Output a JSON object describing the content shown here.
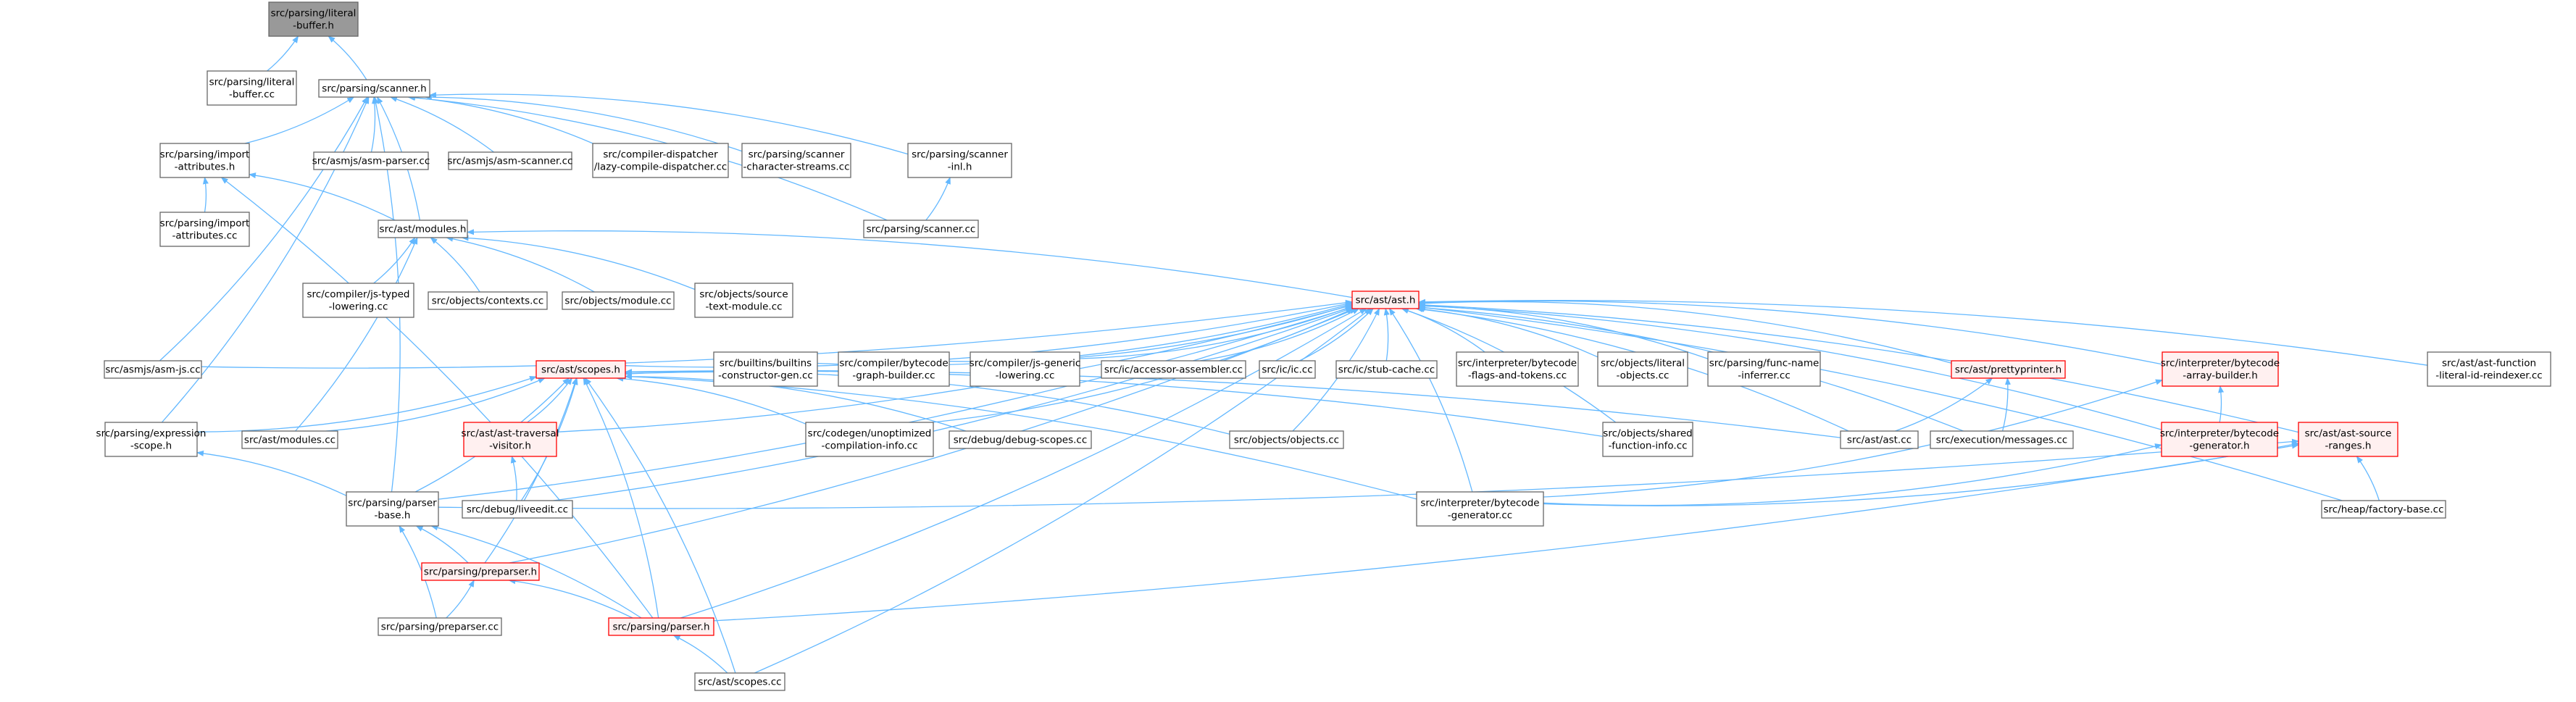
{
  "colors": {
    "edge": "#63b8ff",
    "node_border": "#666666",
    "node_border_red": "#ff0000",
    "node_fill": "#ffffff",
    "node_fill_red": "#fff0f0",
    "root_fill": "#999999",
    "text": "#000000"
  },
  "nodes": {
    "literal_buffer_h": {
      "lines": [
        "src/parsing/literal",
        "-buffer.h"
      ],
      "style": "root"
    },
    "literal_buffer_cc": {
      "lines": [
        "src/parsing/literal",
        "-buffer.cc"
      ],
      "style": "normal"
    },
    "scanner_h": {
      "lines": [
        "src/parsing/scanner.h"
      ],
      "style": "normal"
    },
    "import_attributes_h": {
      "lines": [
        "src/parsing/import",
        "-attributes.h"
      ],
      "style": "normal"
    },
    "asm_parser_cc": {
      "lines": [
        "src/asmjs/asm-parser.cc"
      ],
      "style": "normal"
    },
    "asm_scanner_cc": {
      "lines": [
        "src/asmjs/asm-scanner.cc"
      ],
      "style": "normal"
    },
    "lazy_compile_dispatcher_cc": {
      "lines": [
        "src/compiler-dispatcher",
        "/lazy-compile-dispatcher.cc"
      ],
      "style": "normal"
    },
    "scanner_character_streams_cc": {
      "lines": [
        "src/parsing/scanner",
        "-character-streams.cc"
      ],
      "style": "normal"
    },
    "scanner_inl_h": {
      "lines": [
        "src/parsing/scanner",
        "-inl.h"
      ],
      "style": "normal"
    },
    "import_attributes_cc": {
      "lines": [
        "src/parsing/import",
        "-attributes.cc"
      ],
      "style": "normal"
    },
    "modules_h": {
      "lines": [
        "src/ast/modules.h"
      ],
      "style": "normal"
    },
    "scanner_cc": {
      "lines": [
        "src/parsing/scanner.cc"
      ],
      "style": "normal"
    },
    "js_typed_lowering_cc": {
      "lines": [
        "src/compiler/js-typed",
        "-lowering.cc"
      ],
      "style": "normal"
    },
    "contexts_cc": {
      "lines": [
        "src/objects/contexts.cc"
      ],
      "style": "normal"
    },
    "module_cc": {
      "lines": [
        "src/objects/module.cc"
      ],
      "style": "normal"
    },
    "source_text_module_cc": {
      "lines": [
        "src/objects/source",
        "-text-module.cc"
      ],
      "style": "normal"
    },
    "ast_h": {
      "lines": [
        "src/ast/ast.h"
      ],
      "style": "red"
    },
    "asm_js_cc": {
      "lines": [
        "src/asmjs/asm-js.cc"
      ],
      "style": "normal"
    },
    "scopes_h": {
      "lines": [
        "src/ast/scopes.h"
      ],
      "style": "red"
    },
    "constructor_gen_cc": {
      "lines": [
        "src/builtins/builtins",
        "-constructor-gen.cc"
      ],
      "style": "normal"
    },
    "bytecode_graph_builder_cc": {
      "lines": [
        "src/compiler/bytecode",
        "-graph-builder.cc"
      ],
      "style": "normal"
    },
    "js_generic_lowering_cc": {
      "lines": [
        "src/compiler/js-generic",
        "-lowering.cc"
      ],
      "style": "normal"
    },
    "accessor_assembler_cc": {
      "lines": [
        "src/ic/accessor-assembler.cc"
      ],
      "style": "normal"
    },
    "ic_cc": {
      "lines": [
        "src/ic/ic.cc"
      ],
      "style": "normal"
    },
    "stub_cache_cc": {
      "lines": [
        "src/ic/stub-cache.cc"
      ],
      "style": "normal"
    },
    "bytecode_flags_cc": {
      "lines": [
        "src/interpreter/bytecode",
        "-flags-and-tokens.cc"
      ],
      "style": "normal"
    },
    "literal_objects_cc": {
      "lines": [
        "src/objects/literal",
        "-objects.cc"
      ],
      "style": "normal"
    },
    "func_name_inferrer_cc": {
      "lines": [
        "src/parsing/func-name",
        "-inferrer.cc"
      ],
      "style": "normal"
    },
    "prettyprinter_h": {
      "lines": [
        "src/ast/prettyprinter.h"
      ],
      "style": "red"
    },
    "bytecode_array_builder_h": {
      "lines": [
        "src/interpreter/bytecode",
        "-array-builder.h"
      ],
      "style": "red"
    },
    "literal_id_reindexer_cc": {
      "lines": [
        "src/ast/ast-function",
        "-literal-id-reindexer.cc"
      ],
      "style": "normal"
    },
    "expression_scope_h": {
      "lines": [
        "src/parsing/expression",
        "-scope.h"
      ],
      "style": "normal"
    },
    "modules_cc": {
      "lines": [
        "src/ast/modules.cc"
      ],
      "style": "normal"
    },
    "ast_traversal_visitor_h": {
      "lines": [
        "src/ast/ast-traversal",
        "-visitor.h"
      ],
      "style": "red"
    },
    "unoptimized_compilation_info_cc": {
      "lines": [
        "src/codegen/unoptimized",
        "-compilation-info.cc"
      ],
      "style": "normal"
    },
    "debug_scopes_cc": {
      "lines": [
        "src/debug/debug-scopes.cc"
      ],
      "style": "normal"
    },
    "objects_cc": {
      "lines": [
        "src/objects/objects.cc"
      ],
      "style": "normal"
    },
    "shared_function_info_cc": {
      "lines": [
        "src/objects/shared",
        "-function-info.cc"
      ],
      "style": "normal"
    },
    "ast_cc": {
      "lines": [
        "src/ast/ast.cc"
      ],
      "style": "normal"
    },
    "messages_cc": {
      "lines": [
        "src/execution/messages.cc"
      ],
      "style": "normal"
    },
    "bytecode_generator_h": {
      "lines": [
        "src/interpreter/bytecode",
        "-generator.h"
      ],
      "style": "red"
    },
    "ast_source_ranges_h": {
      "lines": [
        "src/ast/ast-source",
        "-ranges.h"
      ],
      "style": "red"
    },
    "parser_base_h": {
      "lines": [
        "src/parsing/parser",
        "-base.h"
      ],
      "style": "normal"
    },
    "liveedit_cc": {
      "lines": [
        "src/debug/liveedit.cc"
      ],
      "style": "normal"
    },
    "bytecode_generator_cc": {
      "lines": [
        "src/interpreter/bytecode",
        "-generator.cc"
      ],
      "style": "normal"
    },
    "factory_base_cc": {
      "lines": [
        "src/heap/factory-base.cc"
      ],
      "style": "normal"
    },
    "preparser_h": {
      "lines": [
        "src/parsing/preparser.h"
      ],
      "style": "red"
    },
    "preparser_cc": {
      "lines": [
        "src/parsing/preparser.cc"
      ],
      "style": "normal"
    },
    "parser_h": {
      "lines": [
        "src/parsing/parser.h"
      ],
      "style": "red"
    },
    "scopes_cc": {
      "lines": [
        "src/ast/scopes.cc"
      ],
      "style": "normal"
    }
  },
  "edges": [
    [
      "literal_buffer_cc",
      "literal_buffer_h"
    ],
    [
      "scanner_h",
      "literal_buffer_h"
    ],
    [
      "import_attributes_h",
      "scanner_h"
    ],
    [
      "asm_parser_cc",
      "scanner_h"
    ],
    [
      "asm_scanner_cc",
      "scanner_h"
    ],
    [
      "lazy_compile_dispatcher_cc",
      "scanner_h"
    ],
    [
      "scanner_character_streams_cc",
      "scanner_h"
    ],
    [
      "scanner_inl_h",
      "scanner_h"
    ],
    [
      "scanner_cc",
      "scanner_h"
    ],
    [
      "modules_h",
      "scanner_h"
    ],
    [
      "asm_js_cc",
      "scanner_h"
    ],
    [
      "expression_scope_h",
      "scanner_h"
    ],
    [
      "parser_base_h",
      "scanner_h"
    ],
    [
      "scanner_cc",
      "scanner_inl_h"
    ],
    [
      "import_attributes_cc",
      "import_attributes_h"
    ],
    [
      "modules_h",
      "import_attributes_h"
    ],
    [
      "parser_h",
      "import_attributes_h"
    ],
    [
      "js_typed_lowering_cc",
      "modules_h"
    ],
    [
      "contexts_cc",
      "modules_h"
    ],
    [
      "module_cc",
      "modules_h"
    ],
    [
      "source_text_module_cc",
      "modules_h"
    ],
    [
      "modules_cc",
      "modules_h"
    ],
    [
      "ast_h",
      "modules_h"
    ],
    [
      "asm_js_cc",
      "ast_h"
    ],
    [
      "scopes_h",
      "ast_h"
    ],
    [
      "constructor_gen_cc",
      "ast_h"
    ],
    [
      "bytecode_graph_builder_cc",
      "ast_h"
    ],
    [
      "js_generic_lowering_cc",
      "ast_h"
    ],
    [
      "accessor_assembler_cc",
      "ast_h"
    ],
    [
      "ic_cc",
      "ast_h"
    ],
    [
      "stub_cache_cc",
      "ast_h"
    ],
    [
      "bytecode_flags_cc",
      "ast_h"
    ],
    [
      "literal_objects_cc",
      "ast_h"
    ],
    [
      "func_name_inferrer_cc",
      "ast_h"
    ],
    [
      "prettyprinter_h",
      "ast_h"
    ],
    [
      "bytecode_array_builder_h",
      "ast_h"
    ],
    [
      "literal_id_reindexer_cc",
      "ast_h"
    ],
    [
      "ast_traversal_visitor_h",
      "ast_h"
    ],
    [
      "unoptimized_compilation_info_cc",
      "ast_h"
    ],
    [
      "objects_cc",
      "ast_h"
    ],
    [
      "shared_function_info_cc",
      "ast_h"
    ],
    [
      "ast_cc",
      "ast_h"
    ],
    [
      "messages_cc",
      "ast_h"
    ],
    [
      "bytecode_generator_h",
      "ast_h"
    ],
    [
      "ast_source_ranges_h",
      "ast_h"
    ],
    [
      "parser_base_h",
      "ast_h"
    ],
    [
      "liveedit_cc",
      "ast_h"
    ],
    [
      "bytecode_generator_cc",
      "ast_h"
    ],
    [
      "factory_base_cc",
      "ast_h"
    ],
    [
      "preparser_h",
      "ast_h"
    ],
    [
      "parser_h",
      "ast_h"
    ],
    [
      "scopes_cc",
      "ast_h"
    ],
    [
      "expression_scope_h",
      "scopes_h"
    ],
    [
      "modules_cc",
      "scopes_h"
    ],
    [
      "ast_traversal_visitor_h",
      "scopes_h"
    ],
    [
      "unoptimized_compilation_info_cc",
      "scopes_h"
    ],
    [
      "debug_scopes_cc",
      "scopes_h"
    ],
    [
      "objects_cc",
      "scopes_h"
    ],
    [
      "shared_function_info_cc",
      "scopes_h"
    ],
    [
      "ast_cc",
      "scopes_h"
    ],
    [
      "bytecode_generator_cc",
      "scopes_h"
    ],
    [
      "parser_base_h",
      "scopes_h"
    ],
    [
      "liveedit_cc",
      "scopes_h"
    ],
    [
      "preparser_h",
      "scopes_h"
    ],
    [
      "parser_h",
      "scopes_h"
    ],
    [
      "scopes_cc",
      "scopes_h"
    ],
    [
      "liveedit_cc",
      "ast_traversal_visitor_h"
    ],
    [
      "ast_cc",
      "prettyprinter_h"
    ],
    [
      "messages_cc",
      "prettyprinter_h"
    ],
    [
      "bytecode_generator_h",
      "bytecode_array_builder_h"
    ],
    [
      "bytecode_generator_cc",
      "bytecode_array_builder_h"
    ],
    [
      "bytecode_generator_cc",
      "bytecode_generator_h"
    ],
    [
      "bytecode_generator_cc",
      "ast_source_ranges_h"
    ],
    [
      "factory_base_cc",
      "ast_source_ranges_h"
    ],
    [
      "parser_base_h",
      "ast_source_ranges_h"
    ],
    [
      "parser_h",
      "ast_source_ranges_h"
    ],
    [
      "parser_base_h",
      "expression_scope_h"
    ],
    [
      "preparser_h",
      "parser_base_h"
    ],
    [
      "preparser_cc",
      "parser_base_h"
    ],
    [
      "parser_h",
      "parser_base_h"
    ],
    [
      "preparser_cc",
      "preparser_h"
    ],
    [
      "parser_h",
      "preparser_h"
    ],
    [
      "scopes_cc",
      "parser_h"
    ]
  ]
}
